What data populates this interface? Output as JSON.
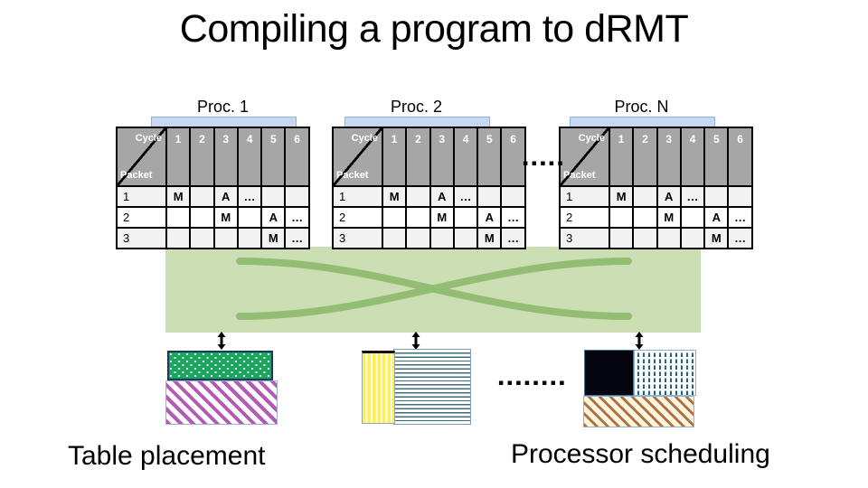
{
  "title": "Compiling a program to dRMT",
  "processors": [
    {
      "label": "Proc. 1"
    },
    {
      "label": "Proc. 2"
    },
    {
      "label": "Proc. N"
    }
  ],
  "schedule_table": {
    "corner": {
      "top_right": "Cycle",
      "bottom_left": "Packet"
    },
    "cycles": [
      "1",
      "2",
      "3",
      "4",
      "5",
      "6"
    ],
    "rows": [
      {
        "packet": "1",
        "cells": [
          "M",
          "",
          "A",
          "…",
          "",
          ""
        ]
      },
      {
        "packet": "2",
        "cells": [
          "",
          "",
          "M",
          "",
          "A",
          "…"
        ]
      },
      {
        "packet": "3",
        "cells": [
          "",
          "",
          "",
          "",
          "M",
          "…"
        ]
      }
    ]
  },
  "ellipses": {
    "between_tables": "▪▪▪▪▪",
    "between_groups": "▪▪▪▪▪▪▪▪"
  },
  "captions": {
    "left": "Table placement",
    "right": "Processor scheduling"
  },
  "colors": {
    "header_gray": "#a6a6a6",
    "row_band": "#f2f2f2",
    "proc_bar_fill": "#c6d9f0",
    "proc_bar_border": "#8db3e2",
    "crossbar_fill": "#cbdeb4",
    "crossbar_curve": "#94bd74",
    "block_green": "#1ea45f",
    "block_magenta": "#b459b4",
    "block_yellow": "#ffef55",
    "block_hlines": "#3f6d80",
    "block_black": "#05050d",
    "block_dashes": "#2e5f73",
    "block_brown": "#ae6e3f"
  }
}
